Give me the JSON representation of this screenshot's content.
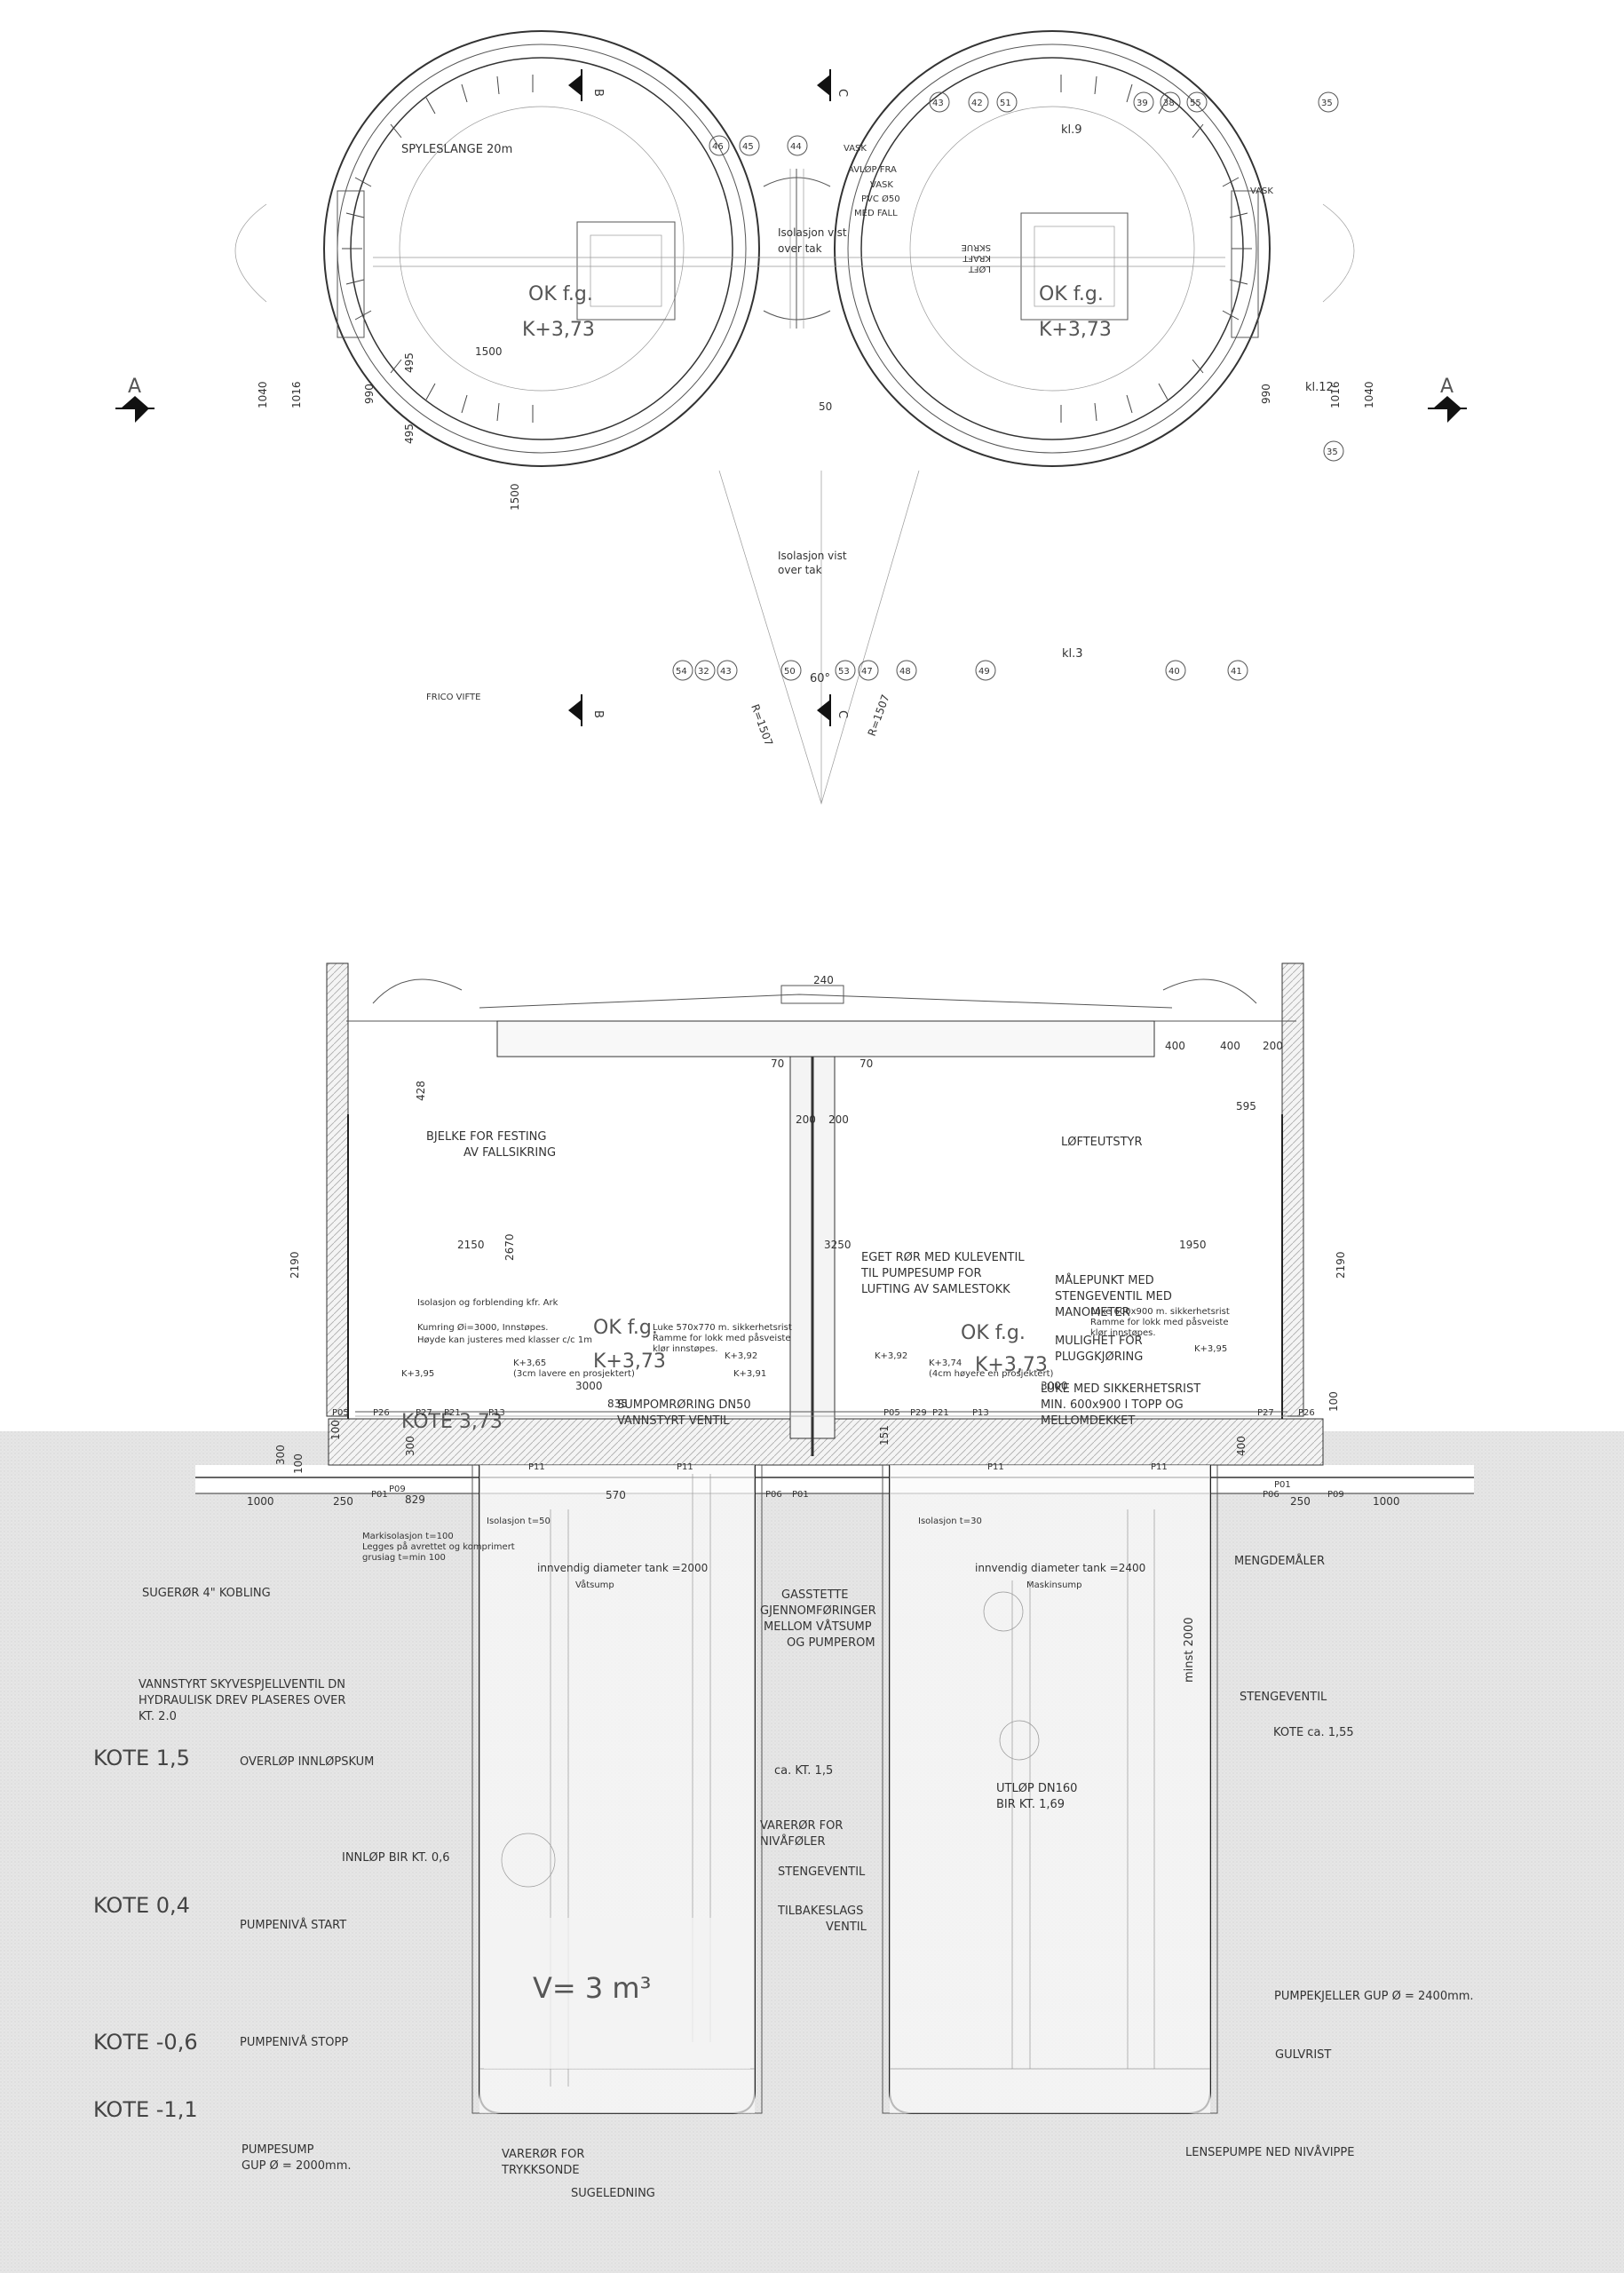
{
  "plan": {
    "section_marks": {
      "a": "A",
      "b": "B",
      "c": "C"
    },
    "labels": {
      "spyleslange": "SPYLESLANGE 20m",
      "vask": "VASK",
      "avlop": [
        "AVLØP FRA",
        "VASK",
        "PVC Ø50",
        "MED FALL"
      ],
      "isolasjon": [
        "Isolasjon vist",
        "over tak"
      ],
      "vask_right": "VASK",
      "frico": "FRICO VIFTE",
      "tank_left": [
        "OK f.g.",
        "K+3,73"
      ],
      "tank_right": [
        "OK f.g.",
        "K+3,73"
      ],
      "kl9": "kl.9",
      "kl12": "kl.12",
      "kl3": "kl.3",
      "angle": "60°",
      "radius": "R=1507",
      "rotated_note": [
        "LØFT",
        "KRAFT",
        "SKRUE"
      ]
    },
    "dims": {
      "d1500": "1500",
      "d1040": "1040",
      "d1016": "1016",
      "d990": "990",
      "d495": "495",
      "d50": "50"
    },
    "callouts_top": [
      "46",
      "45",
      "44",
      "43",
      "42",
      "51",
      "39",
      "38",
      "55",
      "35"
    ],
    "callouts_bottom": [
      "54",
      "32",
      "43",
      "50",
      "53",
      "47",
      "48",
      "49",
      "40",
      "41"
    ],
    "callout_35b": "35"
  },
  "section": {
    "dims": {
      "d240": "240",
      "d70a": "70",
      "d70b": "70",
      "d400a": "400",
      "d400b": "400",
      "d200a": "200",
      "d200b": "200",
      "d200c": "200",
      "d428": "428",
      "d595": "595",
      "d2150": "2150",
      "d2670": "2670",
      "d3250": "3250",
      "d1950": "1950",
      "d2190a": "2190",
      "d2190b": "2190",
      "d3000a": "3000",
      "d3000b": "3000",
      "d835": "835",
      "d300a": "300",
      "d300b": "300",
      "d100a": "100",
      "d100b": "100",
      "d100c": "100",
      "d151": "151",
      "d400c": "400",
      "d1000a": "1000",
      "d250a": "250",
      "d829": "829",
      "d570": "570",
      "d250b": "250",
      "d1000b": "1000",
      "d2000": "minst 2000"
    },
    "labels": {
      "bjelke": [
        "BJELKE FOR FESTING",
        "AV FALLSIKRING"
      ],
      "lofteutstyr": "LØFTEUTSTYR",
      "eget_ror": [
        "EGET RØR MED KULEVENTIL",
        "TIL PUMPESUMP FOR",
        "LUFTING AV SAMLESTOKK"
      ],
      "malepunkt": [
        "MÅLEPUNKT MED",
        "STENGEVENTIL MED",
        "MANOMETER",
        "MULIGHET FOR",
        "PLUGGKJØRING"
      ],
      "luke": [
        "LUKE MED SIKKERHETSRIST",
        "MIN. 600x900 I TOPP OG",
        "MELLOMDEKKET"
      ],
      "isolasjon_note": "Isolasjon og forblending kfr. Ark",
      "kumring": [
        "Kumring Øi=3000, Innstøpes.",
        "Høyde kan justeres med klasser c/c 1m"
      ],
      "luke_small_l": [
        "Luke 570x770 m. sikkerhetsrist",
        "Ramme for lokk med påsveiste",
        "klør innstøpes."
      ],
      "luke_small_r": [
        "Luke 600x900 m. sikkerhetsrist",
        "Ramme for lokk med påsveiste",
        "klør innstøpes."
      ],
      "ok_left": [
        "OK f.g.",
        "K+3,73"
      ],
      "ok_right": [
        "OK f.g.",
        "K+3,73"
      ],
      "kote_373": "KOTE 3,73",
      "k395a": "K+3,95",
      "k395b": "K+3,95",
      "k365": [
        "K+3,65",
        "(3cm lavere en prosjektert)"
      ],
      "k392a": "K+3,92",
      "k391": "K+3,91",
      "k392b": "K+3,92",
      "k374": [
        "K+3,74",
        "(4cm høyere en prosjektert)"
      ],
      "sumpomroring": [
        "SUMPOMRØRING DN50",
        "VANNSTYRT VENTIL"
      ],
      "markisolasjon": [
        "Markisolasjon t=100",
        "Legges på avrettet og komprimert",
        "grusiag t=min 100"
      ],
      "isolasjon_t50": "Isolasjon t=50",
      "isolasjon_t30": "Isolasjon t=30",
      "diam_left": "innvendig  diameter tank =2000",
      "diam_right": "innvendig  diameter tank =2400",
      "vatsump": "Våtsump",
      "maskinsump": "Maskinsump",
      "mengdemaler": "MENGDEMÅLER",
      "sugeror": "SUGERØR 4\" KOBLING",
      "vannstyrt": [
        "VANNSTYRT SKYVESPJELLVENTIL DN",
        "HYDRAULISK DREV PLASERES OVER",
        "KT. 2.0"
      ],
      "gasstette": [
        "GASSTETTE",
        "GJENNOMFØRINGER",
        "MELLOM VÅTSUMP",
        "OG PUMPEROM"
      ],
      "stengeventil_r": "STENGEVENTIL",
      "kote_155": "KOTE ca. 1,55",
      "overlop": "OVERLØP INNLØPSKUM",
      "ca_kt15": "ca. KT. 1,5",
      "utlop": [
        "UTLØP DN160",
        "BIR KT. 1,69"
      ],
      "innlop": "INNLØP BIR KT. 0,6",
      "varerør_niva": [
        "VARERØR FOR",
        "NIVÅFØLER"
      ],
      "stengeventil_m": "STENGEVENTIL",
      "tilbakeslag": [
        "TILBAKESLAGS",
        "VENTIL"
      ],
      "pumpeniva_start": "PUMPENIVÅ START",
      "volume": "V=  3  m³",
      "pumpekjeller": "PUMPEKJELLER GUP Ø = 2400mm.",
      "pumpeniva_stopp": "PUMPENIVÅ STOPP",
      "gulvrist": "GULVRIST",
      "pumpesump": [
        "PUMPESUMP",
        "GUP Ø = 2000mm."
      ],
      "varerør_trykk": [
        "VARERØR FOR",
        "TRYKKSONDE"
      ],
      "lensepumpe": "LENSEPUMPE NED NIVÅVIPPE",
      "sugeledning": "SUGELEDNING"
    },
    "kotes": [
      "KOTE 1,5",
      "KOTE 0,4",
      "KOTE -0,6",
      "KOTE -1,1"
    ],
    "p_codes": {
      "p05a": "P05",
      "p26a": "P26",
      "p27a": "P27",
      "p21a": "P21",
      "p13a": "P13",
      "p05b": "P05",
      "p29": "P29",
      "p21b": "P21",
      "p13b": "P13",
      "p27b": "P27",
      "p26b": "P26",
      "p11a": "P11",
      "p11b": "P11",
      "p11c": "P11",
      "p11d": "P11",
      "p06a": "P06",
      "p01a": "P01",
      "p06b": "P06",
      "p01b": "P01",
      "p01c": "P01",
      "p09a": "P09",
      "p09b": "P09"
    }
  }
}
